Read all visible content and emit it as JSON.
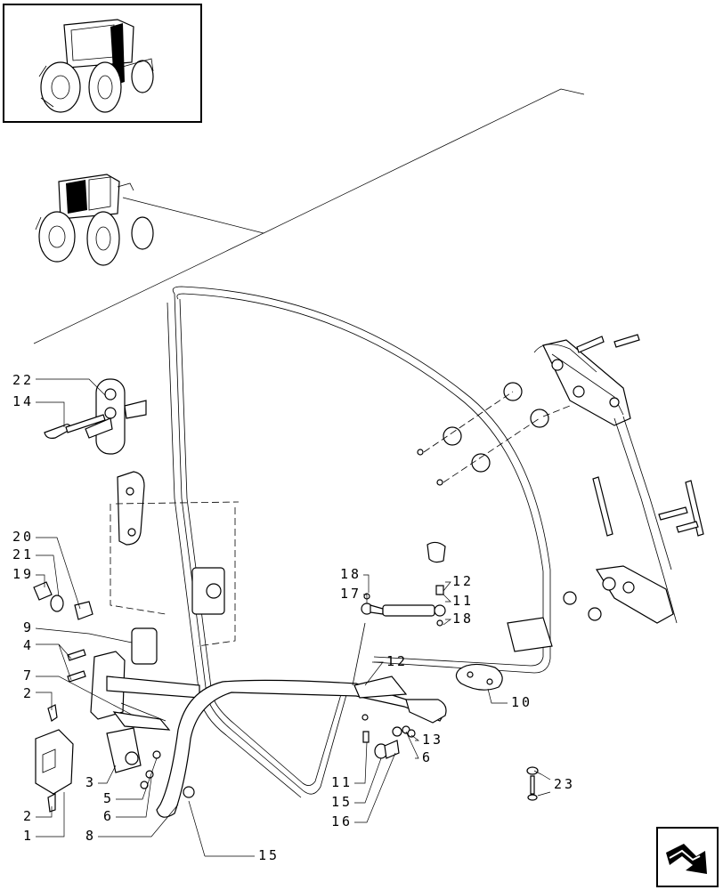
{
  "callouts": [
    {
      "id": "c22a",
      "text": "22"
    },
    {
      "id": "c14",
      "text": "14"
    },
    {
      "id": "c20",
      "text": "20"
    },
    {
      "id": "c21",
      "text": "21"
    },
    {
      "id": "c19",
      "text": "19"
    },
    {
      "id": "c9",
      "text": "9"
    },
    {
      "id": "c4",
      "text": "4"
    },
    {
      "id": "c7",
      "text": "7"
    },
    {
      "id": "c2a",
      "text": "2"
    },
    {
      "id": "c2b",
      "text": "2"
    },
    {
      "id": "c1",
      "text": "1"
    },
    {
      "id": "c3",
      "text": "3"
    },
    {
      "id": "c5",
      "text": "5"
    },
    {
      "id": "c6a",
      "text": "6"
    },
    {
      "id": "c8",
      "text": "8"
    },
    {
      "id": "c15a",
      "text": "15"
    },
    {
      "id": "c18a",
      "text": "18"
    },
    {
      "id": "c17",
      "text": "17"
    },
    {
      "id": "c12a",
      "text": "12"
    },
    {
      "id": "c11a",
      "text": "11"
    },
    {
      "id": "c18b",
      "text": "18"
    },
    {
      "id": "c12b",
      "text": "12"
    },
    {
      "id": "c10",
      "text": "10"
    },
    {
      "id": "c13",
      "text": "13"
    },
    {
      "id": "c6b",
      "text": "6"
    },
    {
      "id": "c11b",
      "text": "11"
    },
    {
      "id": "c15b",
      "text": "15"
    },
    {
      "id": "c16",
      "text": "16"
    },
    {
      "id": "c23",
      "text": "23"
    }
  ],
  "icons": {
    "tractor_inset": "tractor-thumbnail-icon",
    "tractor_view": "tractor-location-icon",
    "nav_arrow": "next-page-arrow-icon"
  }
}
